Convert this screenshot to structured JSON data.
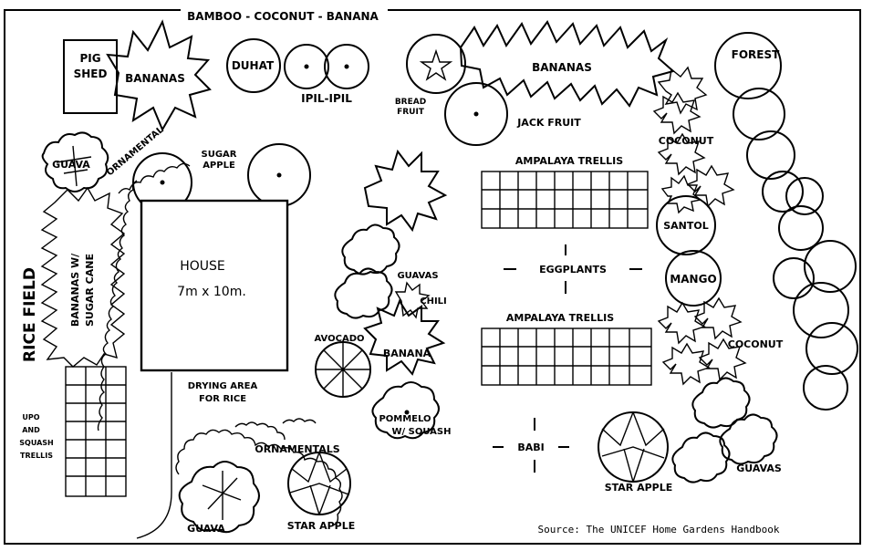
{
  "labels": {
    "border_top": "BAMBOO - COCONUT - BANANA",
    "pig_shed": [
      "PIG",
      "SHED"
    ],
    "bananas_left": "BANANAS",
    "duhat": "DUHAT",
    "ipil_ipil": "IPIL-IPIL",
    "bread_fruit": [
      "BREAD",
      "FRUIT"
    ],
    "bananas_top": "BANANAS",
    "jack_fruit": "JACK FRUIT",
    "forest": "FOREST",
    "guava_left": "GUAVA",
    "ornamental": "ORNAMENTAL",
    "sugar_apple": [
      "SUGAR",
      "APPLE"
    ],
    "coconut_top": "COCONUT",
    "ampalaya_trellis_1": "AMPALAYA TRELLIS",
    "santol": "SANTOL",
    "mango": "MANGO",
    "rice_field": "RICE FIELD",
    "bananas_sugar_cane": [
      "BANANAS W/",
      "SUGAR CANE"
    ],
    "house": "HOUSE",
    "house_size": "7m x 10m.",
    "guavas_mid": "GUAVAS",
    "chili": "CHILI",
    "eggplants": "EGGPLANTS",
    "ampalaya_trellis_2": "AMPALAYA TRELLIS",
    "avocado": "AVOCADO",
    "banana_mid": "BANANA",
    "coconut_right": "COCONUT",
    "drying_area": [
      "DRYING AREA",
      "FOR RICE"
    ],
    "upo_squash": [
      "UPO",
      "AND",
      "SQUASH",
      "TRELLIS"
    ],
    "pommelo": [
      "POMMELO",
      "W/ SQUASH"
    ],
    "babi": "BABI",
    "ornamentals": "ORNAMENTALS",
    "guavas_right": "GUAVAS",
    "star_apple_right": "STAR APPLE",
    "guava_bottom": "GUAVA",
    "star_apple_bottom": "STAR APPLE"
  },
  "source": "Source:  The UNICEF Home Gardens Handbook"
}
